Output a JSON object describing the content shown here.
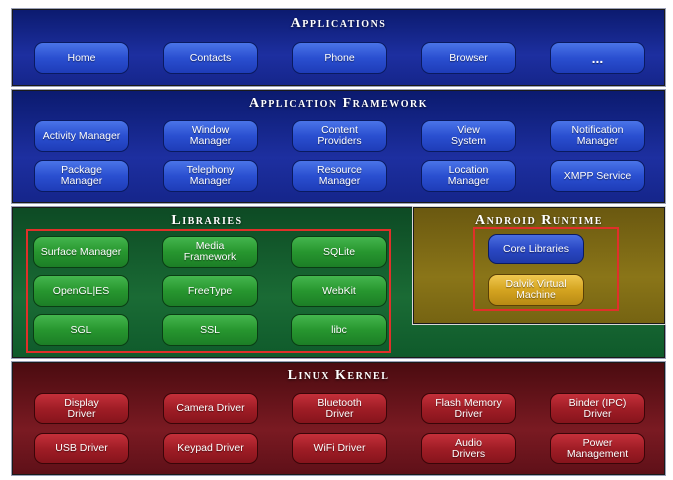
{
  "applications": {
    "title": "Applications",
    "items": [
      "Home",
      "Contacts",
      "Phone",
      "Browser",
      "..."
    ]
  },
  "framework": {
    "title": "Application Framework",
    "row1": [
      "Activity Manager",
      "Window\nManager",
      "Content\nProviders",
      "View\nSystem",
      "Notification\nManager"
    ],
    "row2": [
      "Package Manager",
      "Telephony\nManager",
      "Resource\nManager",
      "Location\nManager",
      "XMPP Service"
    ]
  },
  "libraries": {
    "title": "Libraries",
    "row1": [
      "Surface Manager",
      "Media\nFramework",
      "SQLite"
    ],
    "row2": [
      "OpenGL|ES",
      "FreeType",
      "WebKit"
    ],
    "row3": [
      "SGL",
      "SSL",
      "libc"
    ]
  },
  "runtime": {
    "title": "Android Runtime",
    "core": "Core Libraries",
    "vm": "Dalvik Virtual\nMachine"
  },
  "kernel": {
    "title": "Linux Kernel",
    "row1": [
      "Display\nDriver",
      "Camera Driver",
      "Bluetooth\nDriver",
      "Flash Memory\nDriver",
      "Binder (IPC)\nDriver"
    ],
    "row2": [
      "USB Driver",
      "Keypad Driver",
      "WiFi Driver",
      "Audio\nDrivers",
      "Power\nManagement"
    ]
  },
  "colors": {
    "highlight": "#e0302a",
    "blue_layer": "#1d2fa0",
    "green_layer": "#1a6b35",
    "olive_layer": "#8a7518",
    "red_layer": "#7a1a22"
  }
}
